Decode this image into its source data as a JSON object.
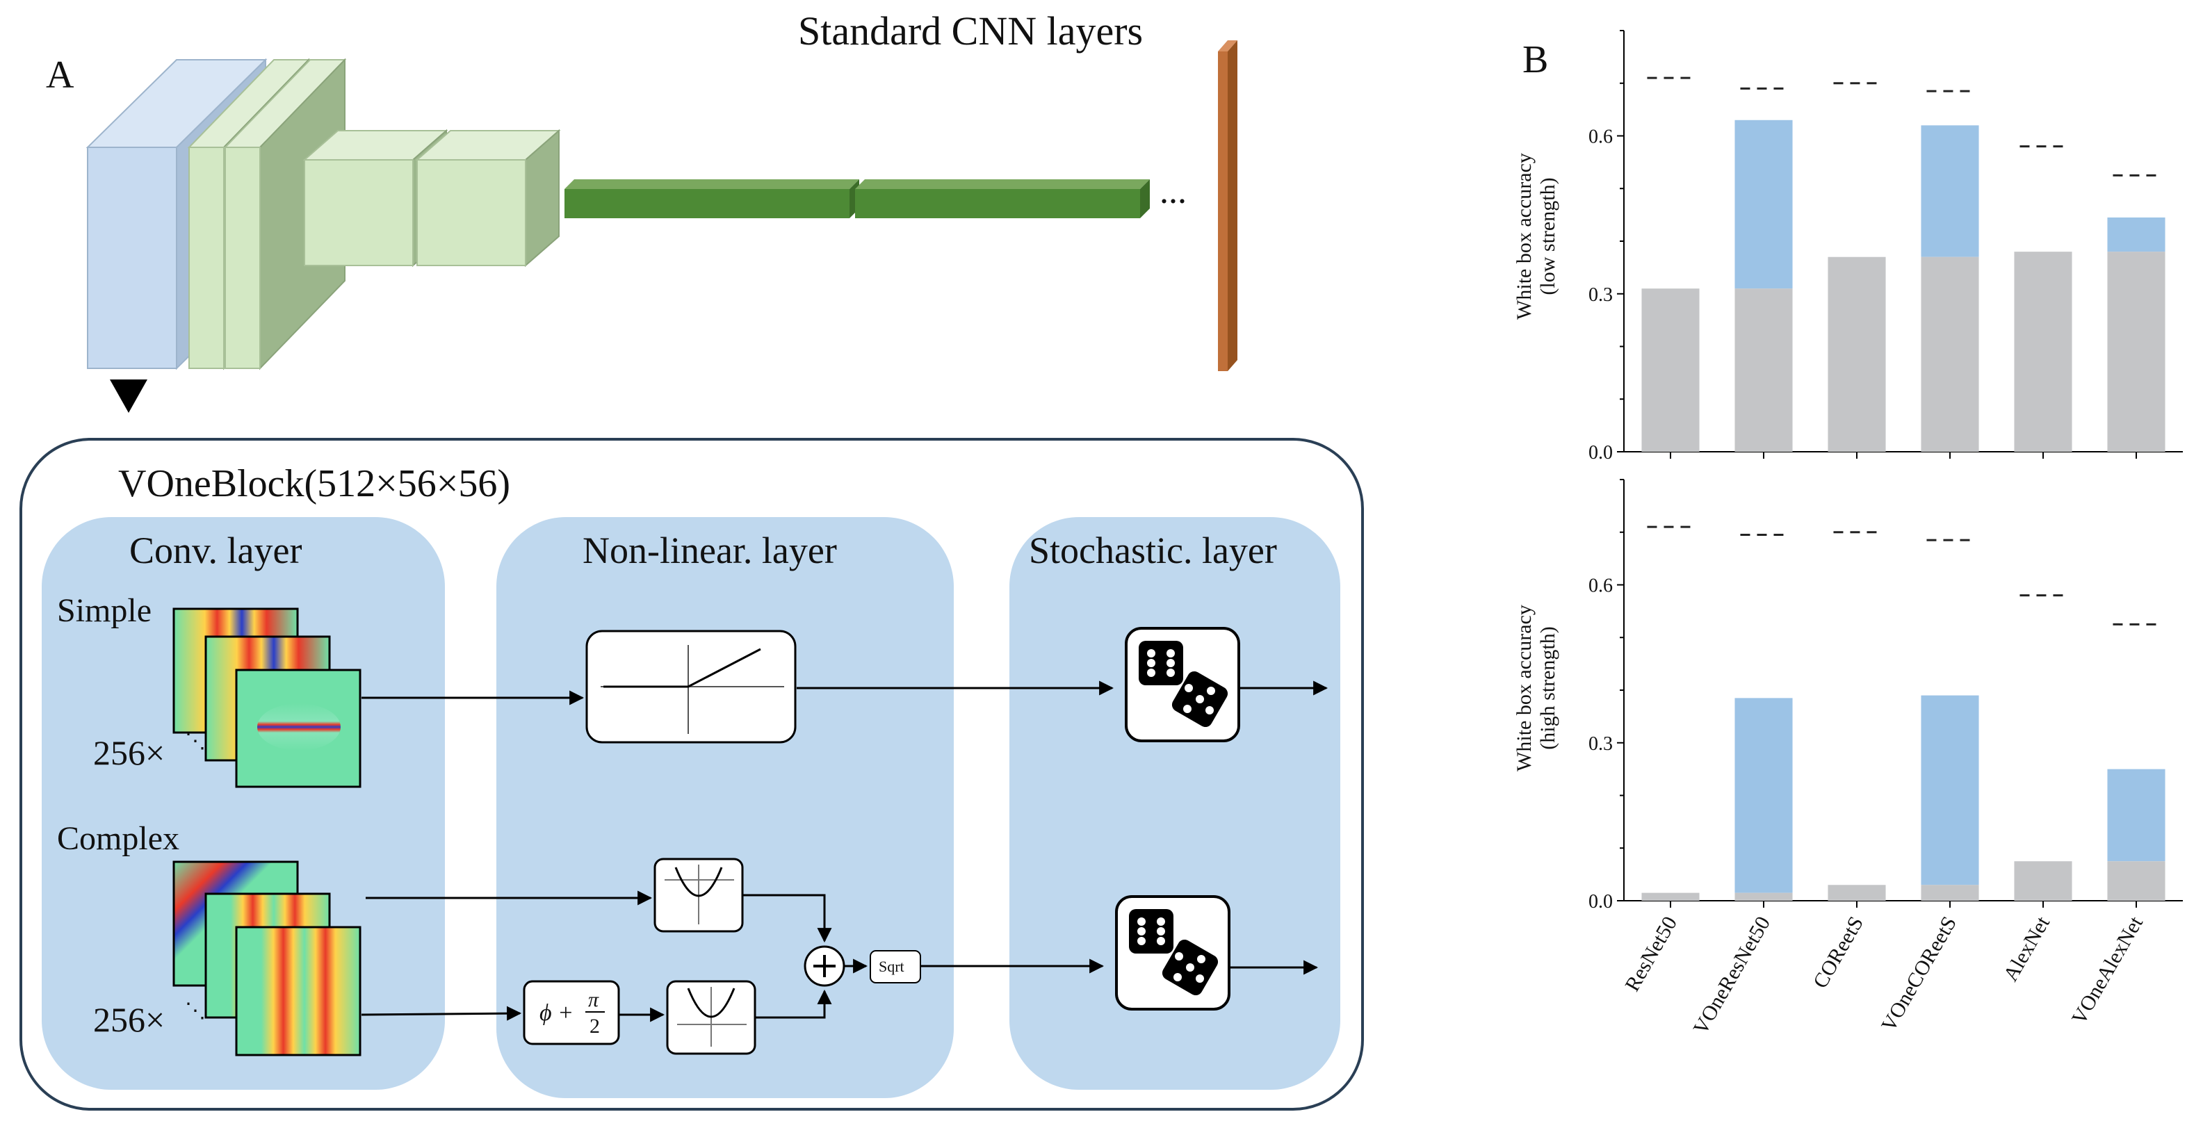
{
  "panel_a": {
    "label": "A",
    "cnn_title": "Standard CNN layers",
    "ellipsis": "...",
    "vone_title": "VOneBlock(512×56×56)",
    "conv_title": "Conv. layer",
    "nonlin_title": "Non-linear. layer",
    "stoch_title": "Stochastic. layer",
    "simple_label": "Simple",
    "complex_label": "Complex",
    "count_simple": "256×",
    "count_complex": "256×",
    "phase_shift": "ϕ +",
    "pi": "π",
    "two": "2",
    "sqrt_label": "Sqrt",
    "colors": {
      "input_block": "#c7daf0",
      "conv_blocks": "#d3e8c4",
      "conv_shadow": "#9cb68c",
      "fc_bar": "#4d8a35",
      "output_bar": "#c0703a",
      "panel_fill": "#bfd8ee",
      "outline": "#2a3f55"
    }
  },
  "panel_b": {
    "label": "B",
    "colors": {
      "base": "#c4c5c7",
      "increment": "#9cc3e6",
      "dashed": "#222222"
    },
    "top_ylabel_1": "White box accuracy",
    "top_ylabel_2": "(low strength)",
    "bottom_ylabel_1": "White box accuracy",
    "bottom_ylabel_2": "(high strength)",
    "yticks": [
      "0.0",
      "0.3",
      "0.6"
    ]
  },
  "chart_data": [
    {
      "type": "bar",
      "stacked": true,
      "categories": [
        "ResNet50",
        "VOneResNet50",
        "COReetS",
        "VOneCOReetS",
        "AlexNet",
        "VOneAlexNet"
      ],
      "ylabel": "White box accuracy (low strength)",
      "ylim": [
        0.0,
        0.8
      ],
      "yticks": [
        0.0,
        0.3,
        0.6
      ],
      "base_values": [
        0.31,
        0.31,
        0.37,
        0.37,
        0.38,
        0.38
      ],
      "top_values": [
        0.31,
        0.63,
        0.37,
        0.62,
        0.38,
        0.445
      ],
      "reference_values": [
        0.71,
        0.69,
        0.7,
        0.685,
        0.58,
        0.525
      ]
    },
    {
      "type": "bar",
      "stacked": true,
      "categories": [
        "ResNet50",
        "VOneResNet50",
        "COReetS",
        "VOneCOReetS",
        "AlexNet",
        "VOneAlexNet"
      ],
      "ylabel": "White box accuracy (high strength)",
      "ylim": [
        0.0,
        0.8
      ],
      "yticks": [
        0.0,
        0.3,
        0.6
      ],
      "base_values": [
        0.015,
        0.015,
        0.03,
        0.03,
        0.075,
        0.075
      ],
      "top_values": [
        0.015,
        0.385,
        0.03,
        0.39,
        0.075,
        0.25
      ],
      "reference_values": [
        0.71,
        0.695,
        0.7,
        0.685,
        0.58,
        0.525
      ]
    }
  ]
}
